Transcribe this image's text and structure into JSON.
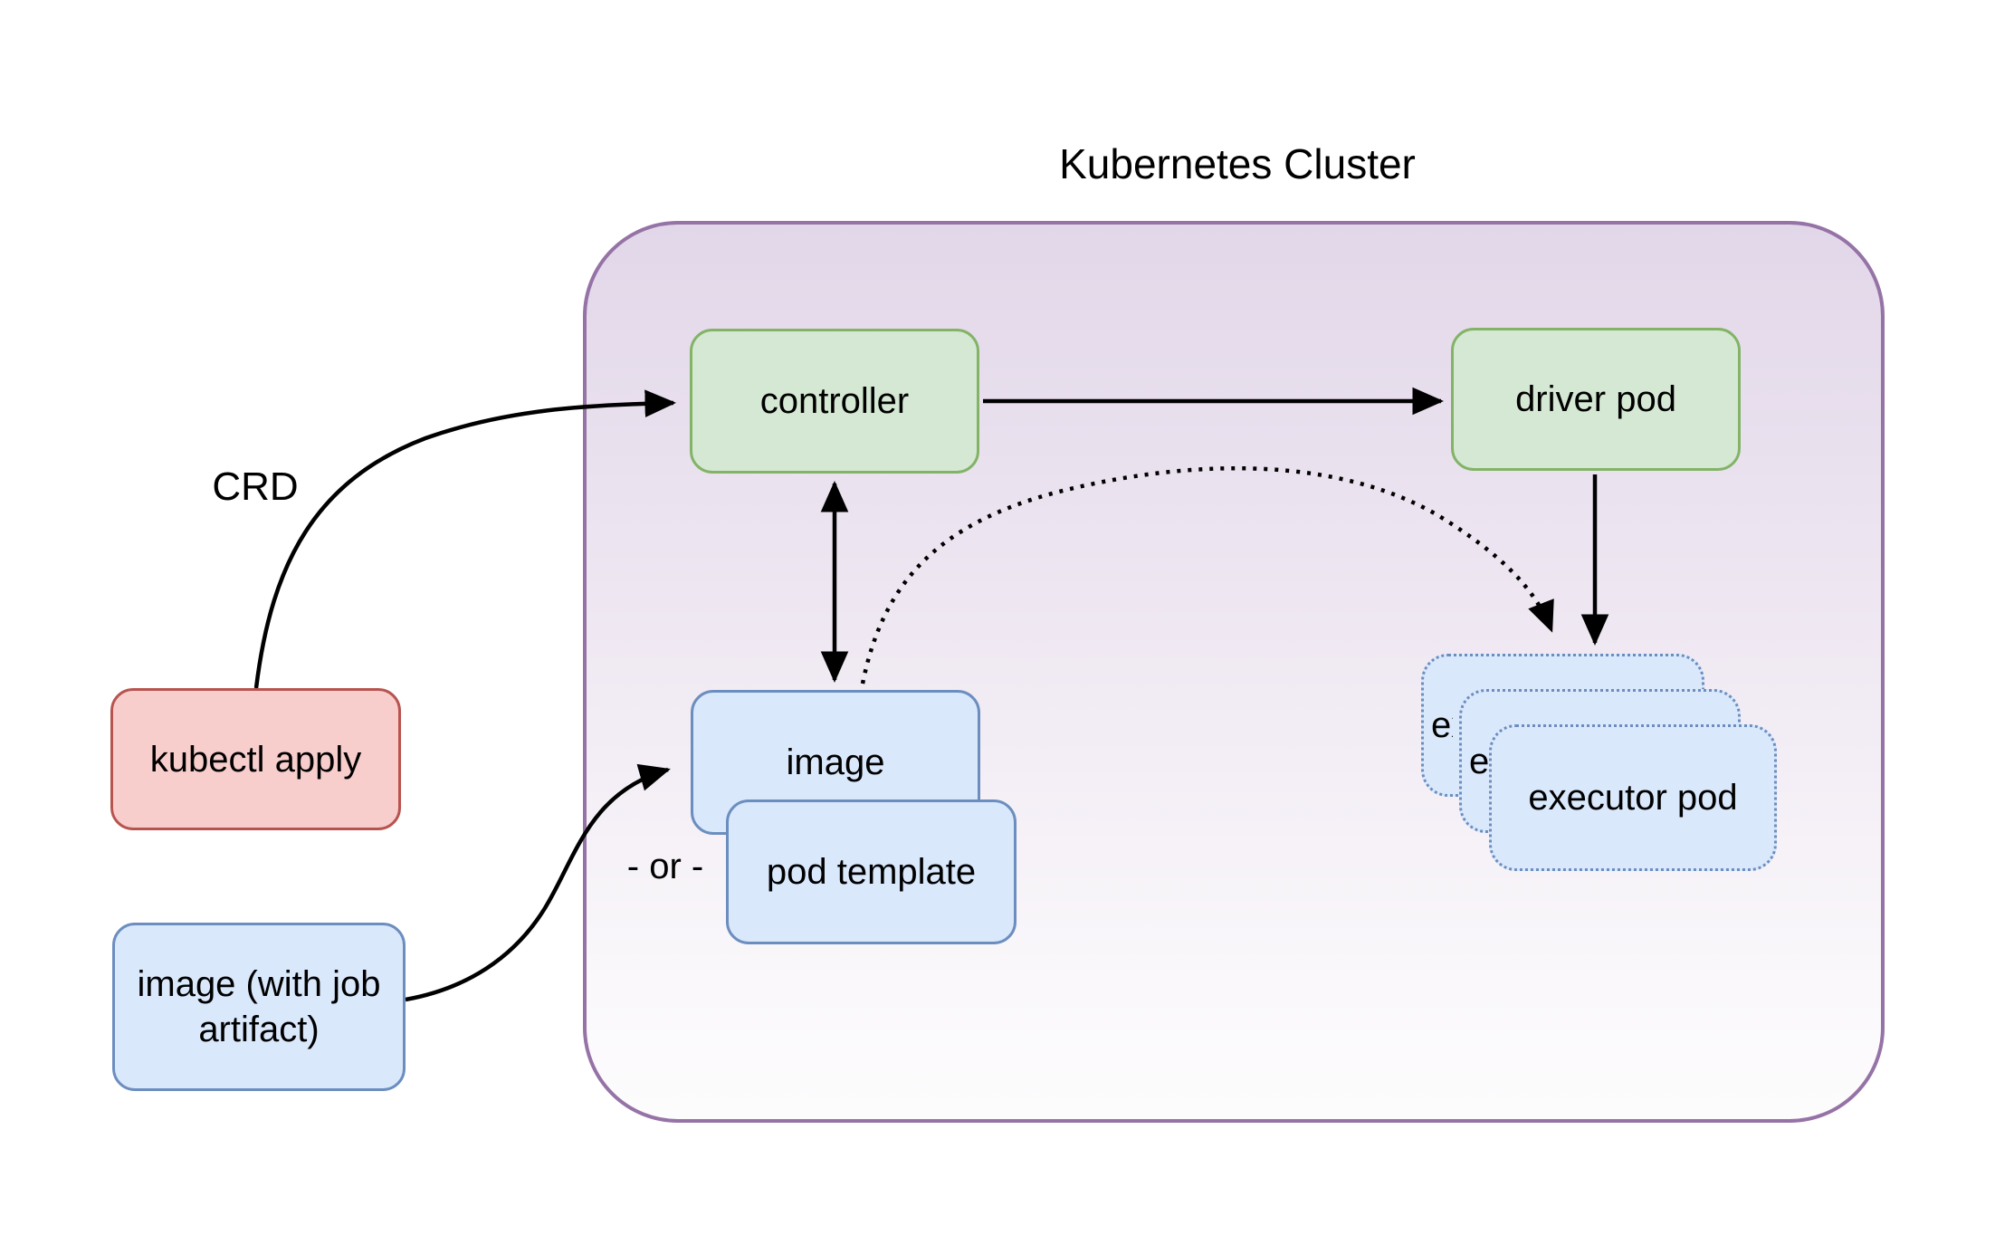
{
  "title": "Kubernetes Cluster",
  "labels": {
    "crd": "CRD",
    "or_divider": "- or -"
  },
  "nodes": {
    "kubectl_apply": "kubectl apply",
    "image_external": "image (with job artifact)",
    "controller": "controller",
    "driver_pod": "driver pod",
    "image": "image",
    "pod_template": "pod template",
    "executor_pod": "executor pod"
  },
  "colors": {
    "cluster_fill_top": "#e2d7e9",
    "cluster_fill_bottom": "#fdfcfd",
    "cluster_stroke": "#9673a6",
    "green_fill": "#d5e8d4",
    "green_stroke": "#82b366",
    "blue_fill": "#dae8fc",
    "blue_stroke": "#6c8ebf",
    "red_fill": "#f8cecc",
    "red_stroke": "#b85450",
    "arrow": "#000000",
    "text": "#000000"
  }
}
